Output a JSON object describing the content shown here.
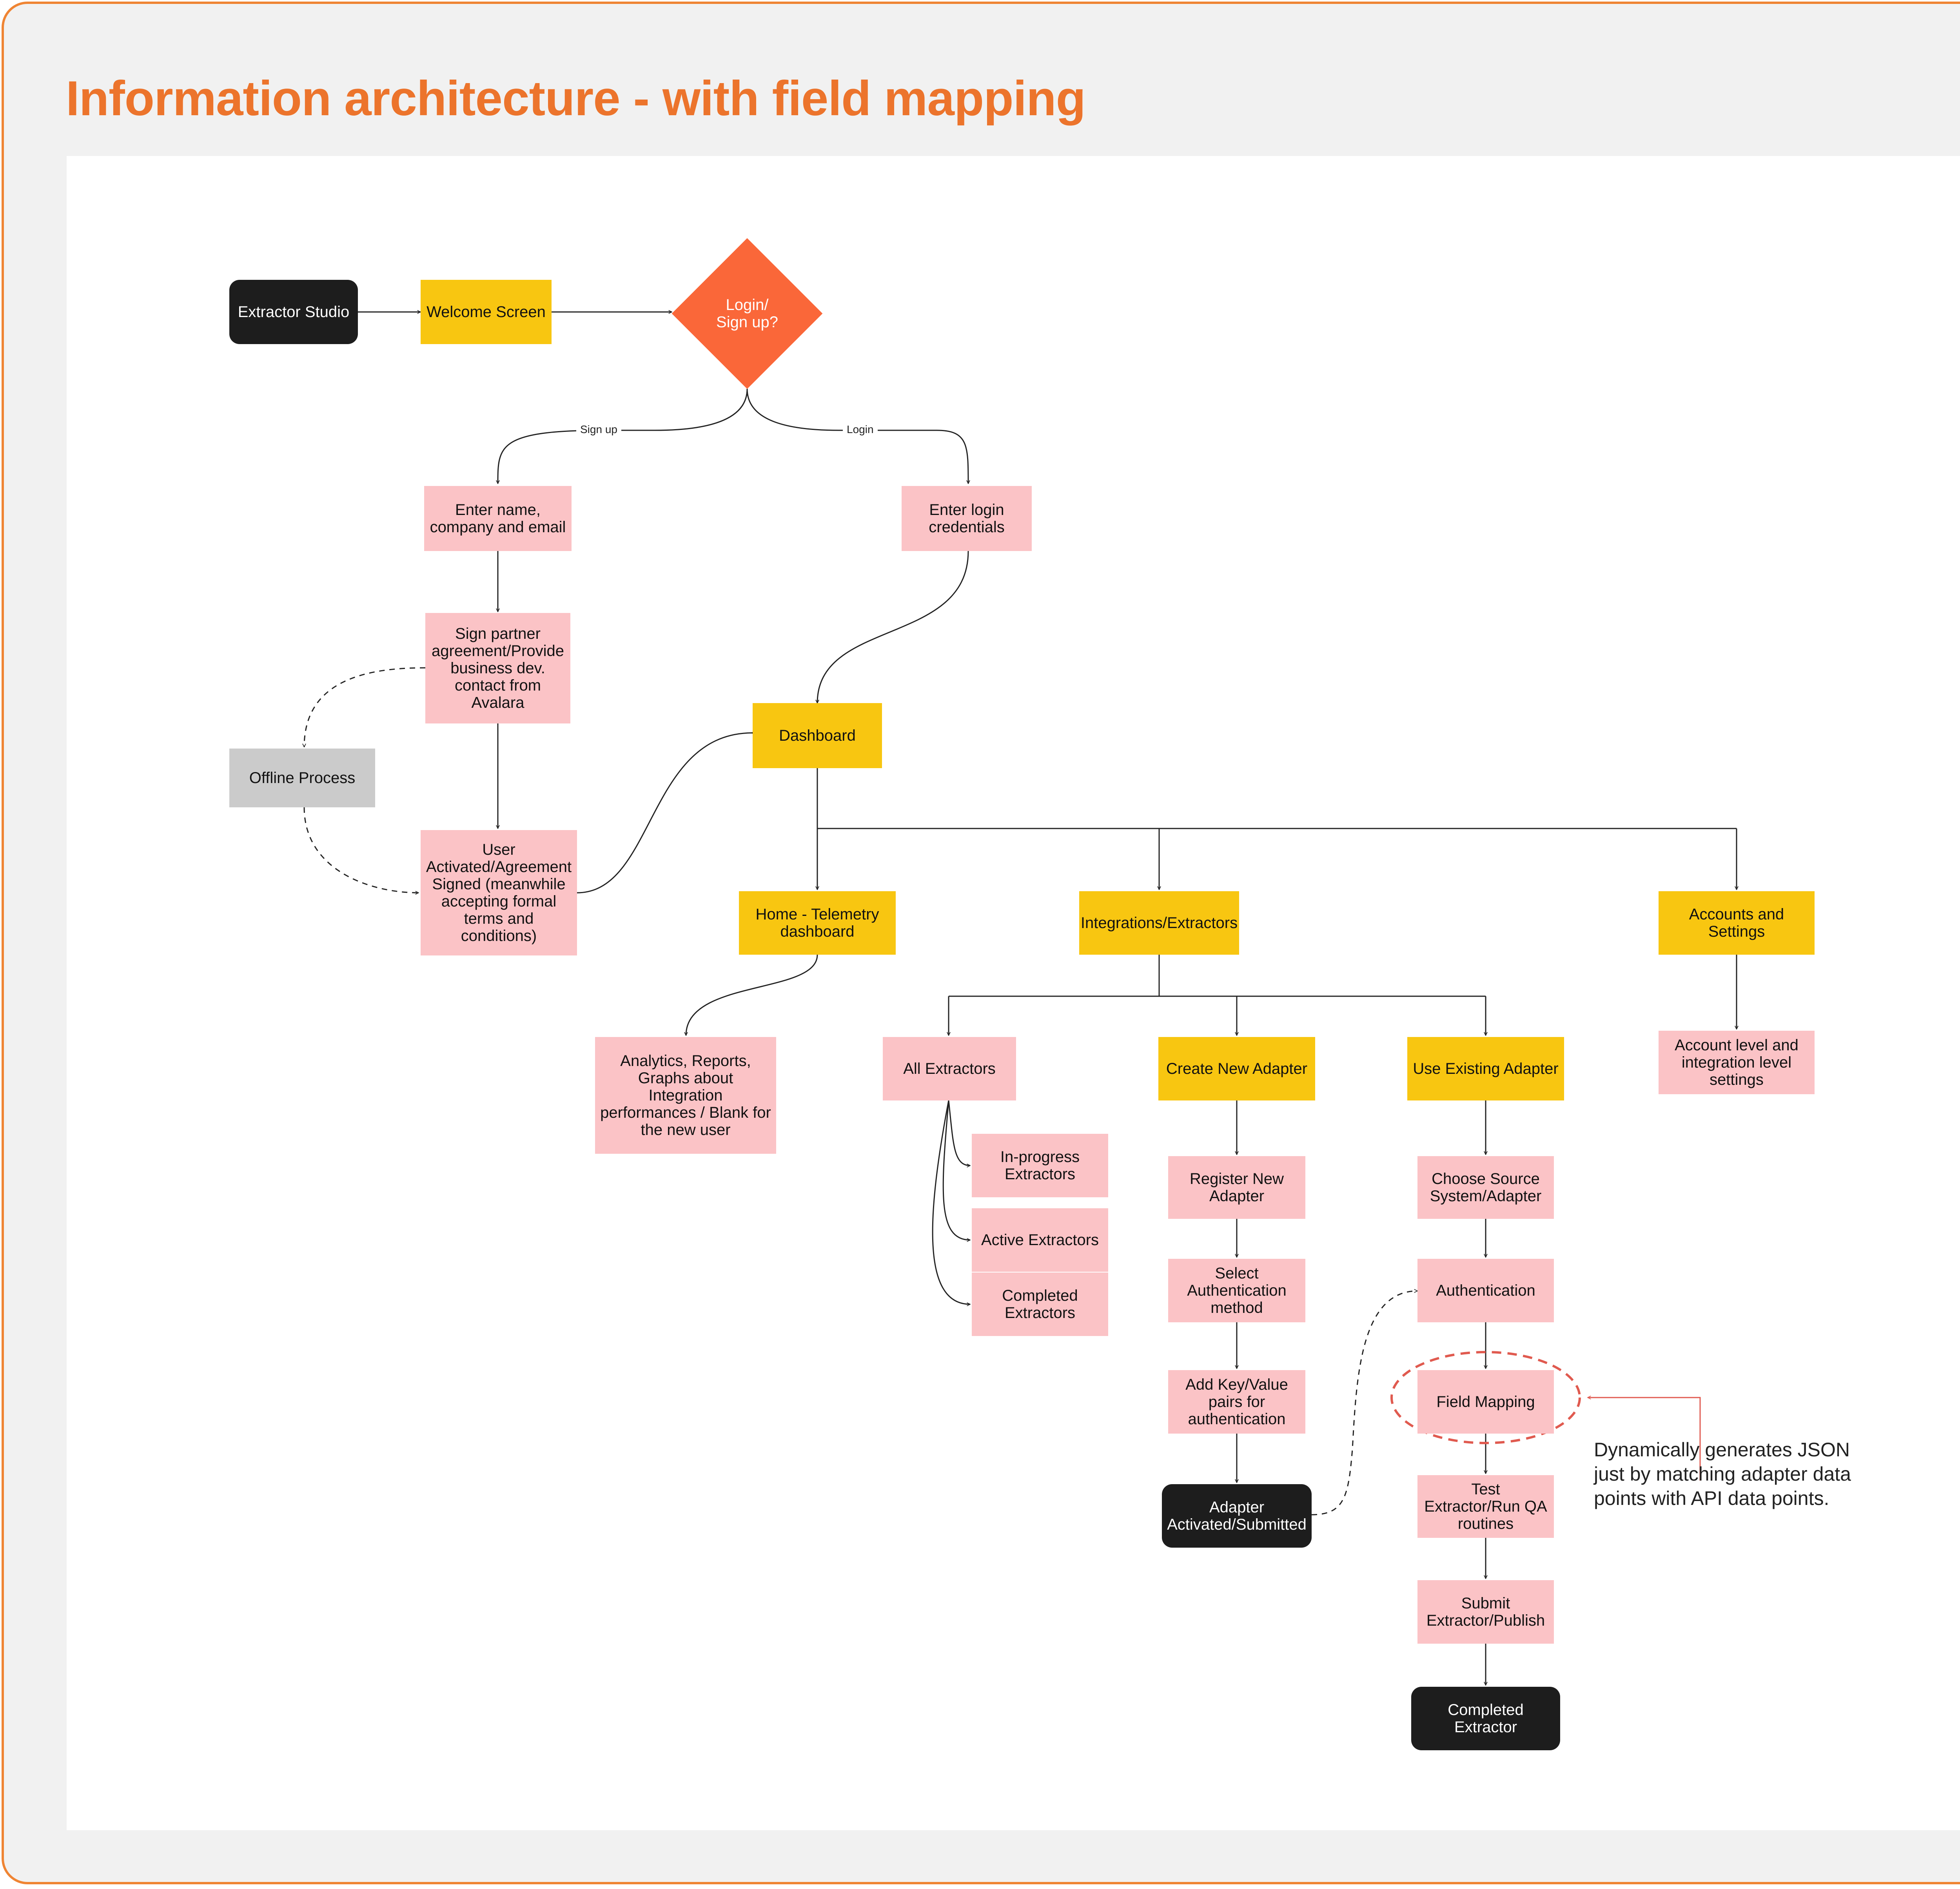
{
  "title": "Information architecture - with field mapping",
  "colors": {
    "accent": "#ec742c",
    "diamond": "#fa6739",
    "primary_node": "#f8c611",
    "secondary_node": "#fbc3c6",
    "offline_node": "#cbcbcb",
    "terminal_node": "#1d1d1d",
    "highlight": "#e05a4f"
  },
  "nodes": {
    "extractor_studio": "Extractor Studio",
    "welcome_screen": "Welcome Screen",
    "login_signup": "Login/\nSign up?",
    "enter_name": "Enter name, company and email",
    "enter_login": "Enter login credentials",
    "sign_partner": "Sign partner agreement/Provide business dev. contact from Avalara",
    "offline_process": "Offline Process",
    "user_activated": "User Activated/Agreement Signed (meanwhile accepting formal terms and conditions)",
    "dashboard": "Dashboard",
    "home_telemetry": "Home - Telemetry dashboard",
    "integrations_extractors": "Integrations/Extractors",
    "accounts_settings": "Accounts and Settings",
    "analytics_reports": "Analytics, Reports, Graphs about Integration performances / Blank for the new user",
    "all_extractors": "All Extractors",
    "create_new_adapter": "Create New Adapter",
    "use_existing_adapter": "Use Existing Adapter",
    "account_level_settings": "Account level and integration level settings",
    "inprogress_extractors": "In-progress Extractors",
    "active_extractors": "Active Extractors",
    "completed_extractors": "Completed Extractors",
    "register_new_adapter": "Register New Adapter",
    "select_auth_method": "Select Authentication method",
    "add_key_value": "Add Key/Value pairs for authentication",
    "adapter_activated": "Adapter Activated/Submitted",
    "choose_source": "Choose Source System/Adapter",
    "authentication": "Authentication",
    "field_mapping": "Field Mapping",
    "test_extractor": "Test Extractor/Run QA routines",
    "submit_extractor": "Submit Extractor/Publish",
    "completed_extractor": "Completed Extractor"
  },
  "edge_labels": {
    "sign_up": "Sign up",
    "login": "Login"
  },
  "annotation": "Dynamically generates JSON just by matching adapter data points with API data points."
}
